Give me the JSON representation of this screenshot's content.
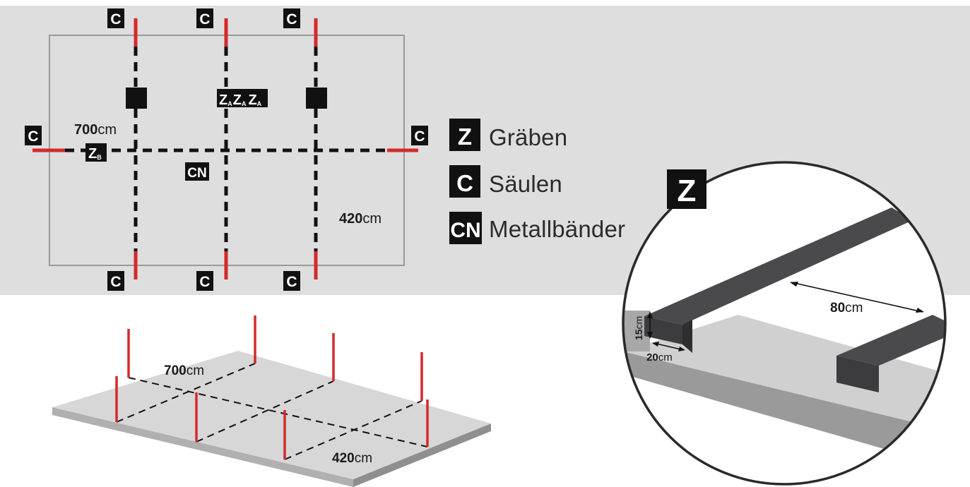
{
  "legend": [
    {
      "key": "z",
      "badge": "Z",
      "label": "Gräben"
    },
    {
      "key": "c",
      "badge": "C",
      "label": "Säulen"
    },
    {
      "key": "cn",
      "badge": "CN",
      "label": "Metallbänder"
    }
  ],
  "plan": {
    "column_badge": "C",
    "strap_badge": "CN",
    "trench_main": "Z",
    "trench_main_sub": "A",
    "trench_cross": "Z",
    "trench_cross_sub": "B",
    "width_value": "700",
    "width_unit": "cm",
    "depth_value": "420",
    "depth_unit": "cm"
  },
  "perspective": {
    "width_value": "700",
    "width_unit": "cm",
    "depth_value": "420",
    "depth_unit": "cm"
  },
  "detail": {
    "badge": "Z",
    "spacing_value": "80",
    "spacing_unit": "cm",
    "height_value": "15",
    "height_unit": "cm",
    "trench_width_value": "20",
    "trench_width_unit": "cm"
  },
  "colors": {
    "panel_bg": "#dedede",
    "column_red": "#d42a2a",
    "badge_black": "#111111",
    "slab_top": "#d7d7d7",
    "slab_edge": "#a9a9a9",
    "beam_dark": "#4a4a4c"
  }
}
